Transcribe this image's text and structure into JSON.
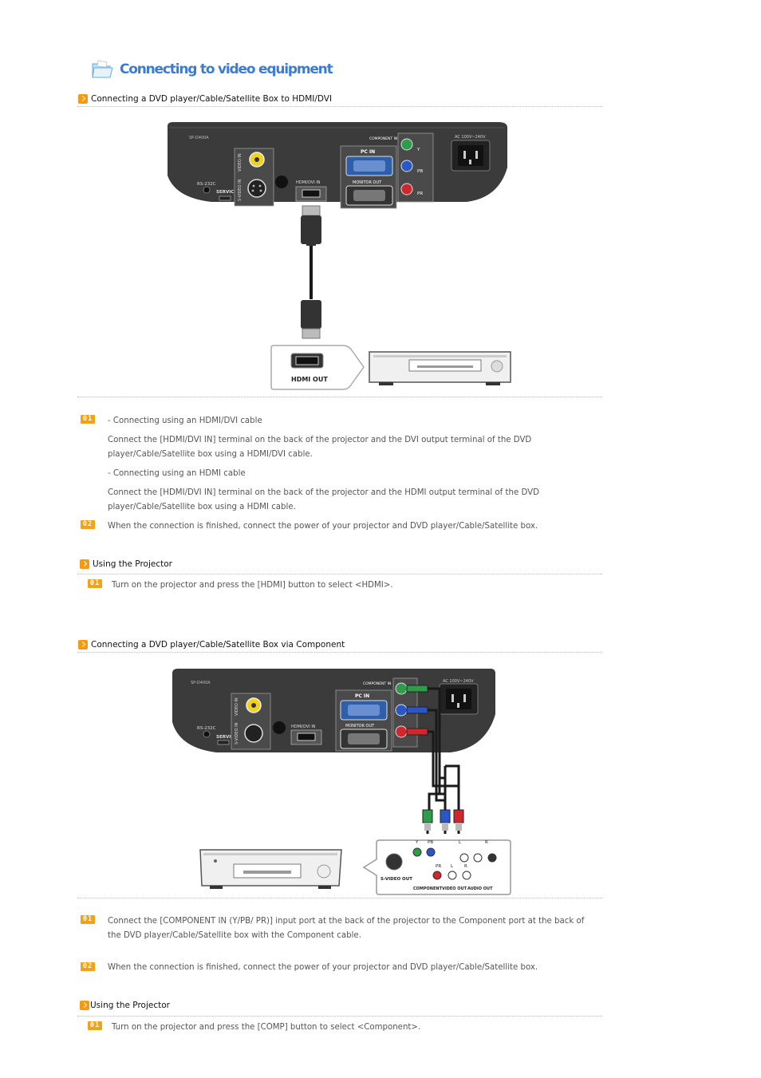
{
  "page": {
    "title": "Connecting to video equipment"
  },
  "section1": {
    "heading": "Connecting a DVD player/Cable/Satellite Box to HDMI/DVI",
    "diagram": {
      "labels": {
        "component_in": "COMPONENT IN",
        "pc_in": "PC IN",
        "monitor_out": "MONITOR OUT",
        "hdmi_dvi_in": "HDMI/DVI IN",
        "rs232c": "RS-232C",
        "service": "SERVICE",
        "video_in": "VIDEO IN",
        "svideo_in": "S-VIDEO IN",
        "ac": "AC 100V~240V",
        "model": "SP-D400A",
        "hdmi_out": "HDMI OUT",
        "y": "Y",
        "pb": "PB",
        "pr": "PR"
      }
    },
    "steps": [
      {
        "badge": "01",
        "lines": [
          "- Connecting using an HDMI/DVI cable",
          "Connect the [HDMI/DVI IN] terminal on the back of the projector and the DVI output terminal of the DVD player/Cable/Satellite box using a HDMI/DVI cable.",
          "- Connecting using an HDMI cable",
          "Connect the [HDMI/DVI IN] terminal on the back of the projector and the HDMI output terminal of the DVD player/Cable/Satellite box using a HDMI cable."
        ]
      },
      {
        "badge": "02",
        "lines": [
          "When the connection is finished, connect the power of your projector and DVD player/Cable/Satellite box."
        ]
      }
    ]
  },
  "using1": {
    "heading": "Using the Projector",
    "badge": "01",
    "text": "Turn on the projector and press the [HDMI] button to select <HDMI>."
  },
  "section2": {
    "heading": "Connecting a DVD player/Cable/Satellite Box via Component",
    "diagram": {
      "labels": {
        "component_in": "COMPONENT IN",
        "pc_in": "PC IN",
        "monitor_out": "MONITOR OUT",
        "hdmi_dvi_in": "HDMI/DVI IN",
        "rs232c": "RS-232C",
        "service": "SERVICE",
        "video_in": "VIDEO IN",
        "svideo_in": "S-VIDEO IN",
        "ac": "AC 100V~240V",
        "model": "SP-D400A",
        "y": "Y",
        "pb": "PB",
        "pr": "PR",
        "l": "L",
        "r": "R",
        "svideo_out": "S-VIDEO OUT",
        "component_out": "COMPONENT",
        "video_out": "VIDEO OUT",
        "audio_out": "AUDIO OUT"
      }
    },
    "steps": [
      {
        "badge": "01",
        "text": "Connect the [COMPONENT IN (Y/PB/ PR)] input port at the back of the projector to the Component port at the back of the DVD player/Cable/Satellite box with the Component cable."
      },
      {
        "badge": "02",
        "text": "When the connection is finished, connect the power of your projector and DVD player/Cable/Satellite box."
      }
    ]
  },
  "using2": {
    "heading": "Using the Projector",
    "badge": "01",
    "text": "Turn on the projector and press the [COMP] button to select <Component>."
  },
  "colors": {
    "accent_orange": "#f2a21a",
    "title_blue": "#3a7bd5",
    "dotted_rule": "#b8cc7a",
    "projector_body": "#3b3b3b",
    "cable_green": "#2e9c4a",
    "cable_blue": "#2a56c6",
    "cable_red": "#d0262e"
  },
  "icons": {
    "title_icon": "folder-icon",
    "section_marker": "arrow-right-icon"
  }
}
